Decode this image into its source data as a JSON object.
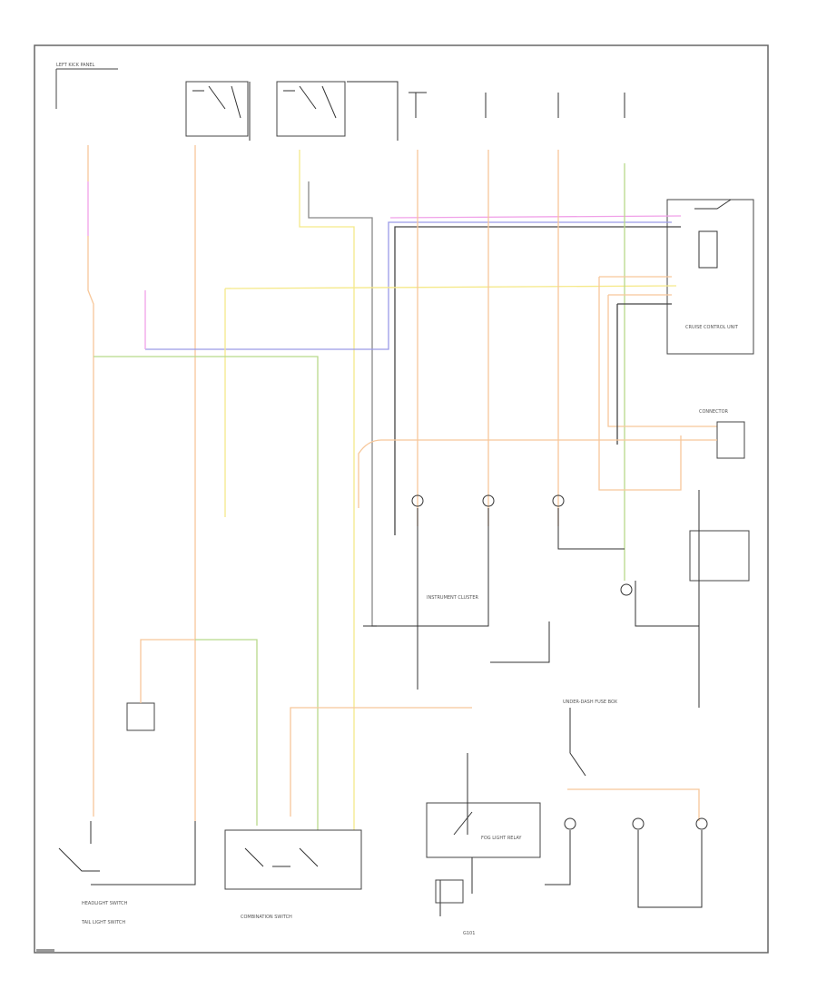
{
  "colors": {
    "orange": "#f7c79a",
    "yellow": "#f5e98a",
    "green": "#b8d98a",
    "pink": "#f0a0e8",
    "blue": "#9a9ae8",
    "black": "#444444"
  },
  "labels": {
    "fuse_box_top_left": "LEFT KICK PANEL",
    "left_headlight_switch": "HEADLIGHT SWITCH",
    "combination_switch": "COMBINATION SWITCH",
    "cruise_control_ecu": "CRUISE CONTROL UNIT",
    "instrument_cluster": "INSTRUMENT CLUSTER",
    "tail_light_switch": "TAIL LIGHT SWITCH",
    "rear_fog_relay": "FOG LIGHT RELAY",
    "connector_note": "CONNECTOR",
    "ground": "G101",
    "fuse_box_mid": "UNDER-DASH FUSE BOX"
  }
}
